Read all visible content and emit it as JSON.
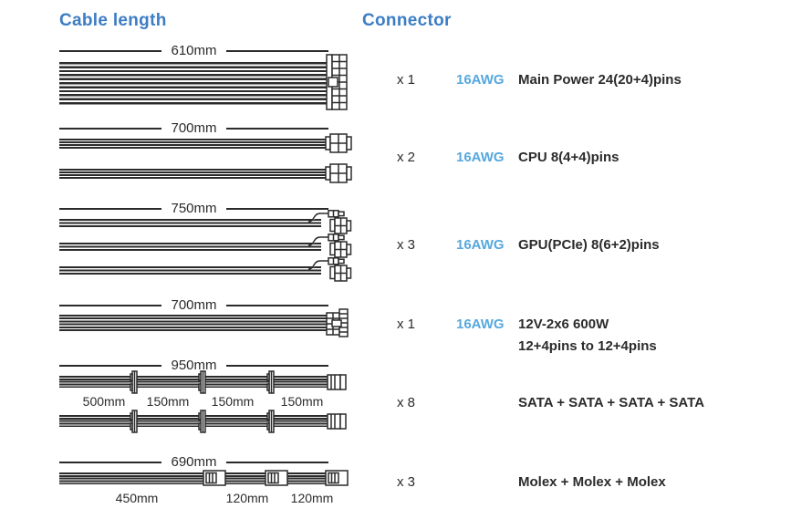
{
  "page": {
    "title_left": "Cable length",
    "title_right": "Connector"
  },
  "colors": {
    "header_blue": "#3c7dc4",
    "awg_blue": "#55a8de",
    "ink": "#2b2b2b"
  },
  "icons": {
    "row1": "atx-24pin-connector-icon",
    "row2": "cpu-8pin-connector-icon",
    "row3": "gpu-pcie-pigtail-connector-icon",
    "row4": "12v-2x6-connector-icon",
    "row5_mid": "sata-connector-icon",
    "row5_end": "sata-end-connector-icon",
    "row6": "molex-connector-icon"
  },
  "rows": [
    {
      "length": "610mm",
      "count": "x 1",
      "awg": "16AWG",
      "desc": "Main Power 24(20+4)pins"
    },
    {
      "length": "700mm",
      "count": "x 2",
      "awg": "16AWG",
      "desc": "CPU 8(4+4)pins"
    },
    {
      "length": "750mm",
      "count": "x 3",
      "awg": "16AWG",
      "desc": "GPU(PCIe) 8(6+2)pins"
    },
    {
      "length": "700mm",
      "count": "x 1",
      "awg": "16AWG",
      "desc": "12V-2x6 600W",
      "desc2": "12+4pins to 12+4pins"
    },
    {
      "length": "950mm",
      "count": "x 8",
      "awg": "",
      "desc": "SATA + SATA + SATA + SATA",
      "segments": [
        "500mm",
        "150mm",
        "150mm",
        "150mm"
      ]
    },
    {
      "length": "690mm",
      "count": "x 3",
      "awg": "",
      "desc": "Molex + Molex + Molex",
      "segments": [
        "450mm",
        "120mm",
        "120mm"
      ]
    }
  ]
}
